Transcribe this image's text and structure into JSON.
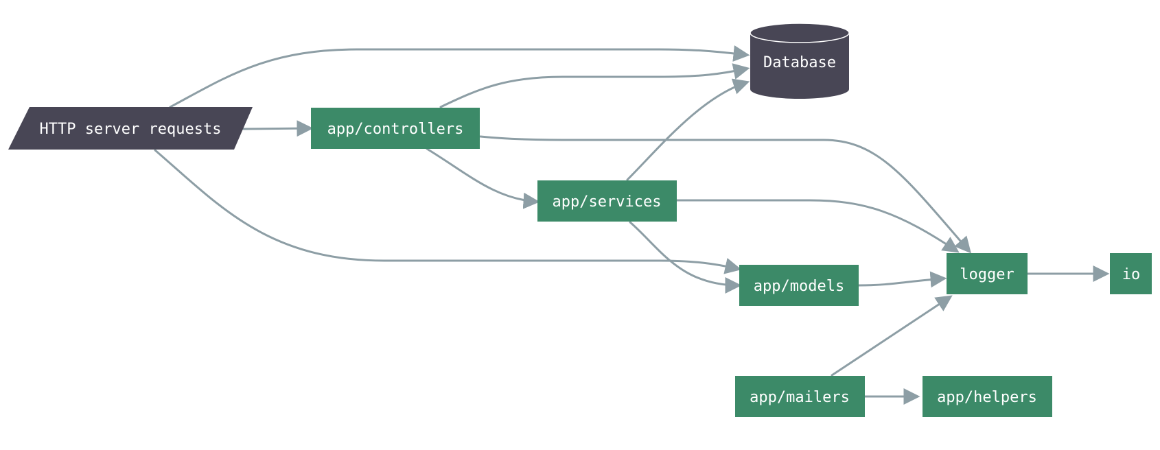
{
  "nodes": {
    "http": {
      "label": "HTTP server requests"
    },
    "database": {
      "label": "Database"
    },
    "controllers": {
      "label": "app/controllers"
    },
    "services": {
      "label": "app/services"
    },
    "models": {
      "label": "app/models"
    },
    "logger": {
      "label": "logger"
    },
    "io": {
      "label": "io"
    },
    "mailers": {
      "label": "app/mailers"
    },
    "helpers": {
      "label": "app/helpers"
    }
  },
  "edges": [
    {
      "from": "HTTP server requests",
      "to": "Database"
    },
    {
      "from": "HTTP server requests",
      "to": "app/controllers"
    },
    {
      "from": "HTTP server requests",
      "to": "app/models"
    },
    {
      "from": "app/controllers",
      "to": "Database"
    },
    {
      "from": "app/controllers",
      "to": "app/services"
    },
    {
      "from": "app/controllers",
      "to": "logger"
    },
    {
      "from": "app/services",
      "to": "Database"
    },
    {
      "from": "app/services",
      "to": "logger"
    },
    {
      "from": "app/services",
      "to": "app/models"
    },
    {
      "from": "app/models",
      "to": "logger"
    },
    {
      "from": "logger",
      "to": "io"
    },
    {
      "from": "app/mailers",
      "to": "logger"
    },
    {
      "from": "app/mailers",
      "to": "app/helpers"
    }
  ],
  "colors": {
    "module_fill": "#3c8a68",
    "external_fill": "#484655",
    "edge": "#8d9ea5",
    "text": "#ffffff"
  }
}
